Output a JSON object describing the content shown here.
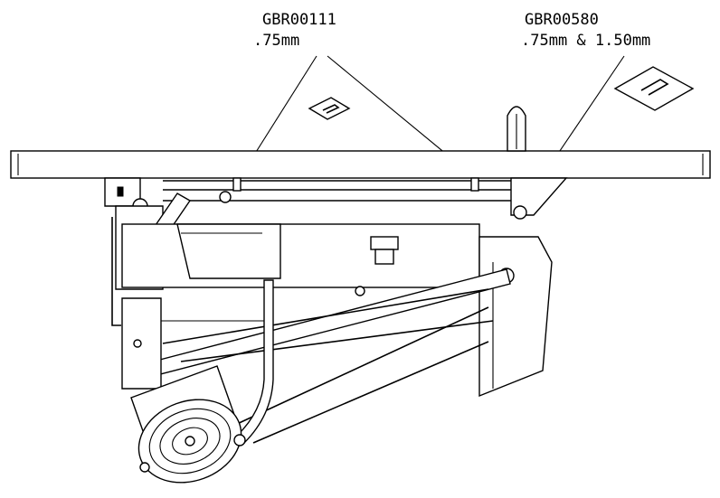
{
  "callouts": [
    {
      "part": "GBR00111",
      "size": ".75mm"
    },
    {
      "part": "GBR00580",
      "size": ".75mm & 1.50mm"
    }
  ],
  "icons": [
    "shim-small-icon",
    "shim-large-icon"
  ]
}
